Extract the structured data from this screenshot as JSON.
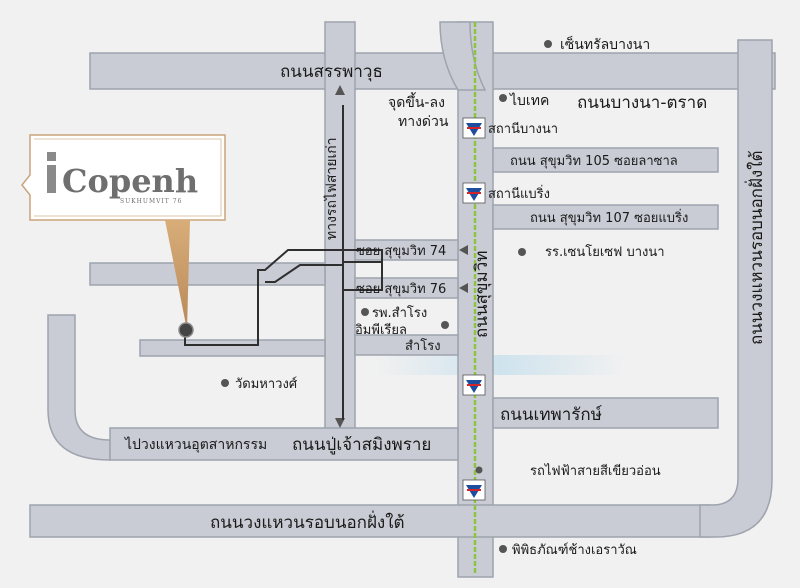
{
  "logo": {
    "name": "Copenh",
    "sub": "SUKHUMVIT 76"
  },
  "roads": {
    "sanphawut": "ถนนสรรพาวุธ",
    "bangna_trat": "ถนนบางนา-ตราด",
    "rail_road": "ทางรถไฟสายเก่า",
    "soi_105": "ถนน สุขุมวิท 105 ซอยลาซาล",
    "soi_107": "ถนน สุขุมวิท 107 ซอยแบริ่ง",
    "soi_74": "ซอย สุขุมวิท 74",
    "soi_76": "ซอย สุขุมวิท 76",
    "sukhumvit": "ถนนสุขุมวิท",
    "theparak": "ถนนเทพารักษ์",
    "industrial_ring": "ไปวงแหวนอุตสาหกรรม",
    "pu_chao": "ถนนปู่เจ้าสมิงพราย",
    "outer_ring_bottom": "ถนนวงแหวนรอบนอกฝั่งใต้",
    "outer_ring_right": "ถนนวงแหวนรอบนอกฝั่งใต้"
  },
  "places": {
    "central_bangna": "เซ็นทรัลบางนา",
    "bitec": "ไบเทค",
    "expressway": "จุดขึ้น-ลง\nทางด่วน",
    "expressway_l1": "จุดขึ้น-ลง",
    "expressway_l2": "ทางด่วน",
    "st_joseph": "รร.เซนโยเซฟ บางนา",
    "samrong_hosp": "รพ.สำโรง",
    "imperial_l1": "อิมพีเรียล",
    "imperial_l2": "สำโรง",
    "wat_mahawong": "วัดมหาวงศ์",
    "elephant_museum": "พิพิธภัณฑ์ช้างเอราวัณ"
  },
  "stations": {
    "bangna": "สถานีบางนา",
    "bearing": "สถานีแบริ่ง"
  },
  "legend": {
    "green_line": "รถไฟฟ้าสายสีเขียวอ่อน"
  },
  "colors": {
    "road_fill": "#c9ccd4",
    "road_edge": "#9aa0ab",
    "green_line": "#8bc53f",
    "route_line": "#2f2f2f",
    "pin": "#c99a67",
    "water": "#cfe3ee"
  }
}
